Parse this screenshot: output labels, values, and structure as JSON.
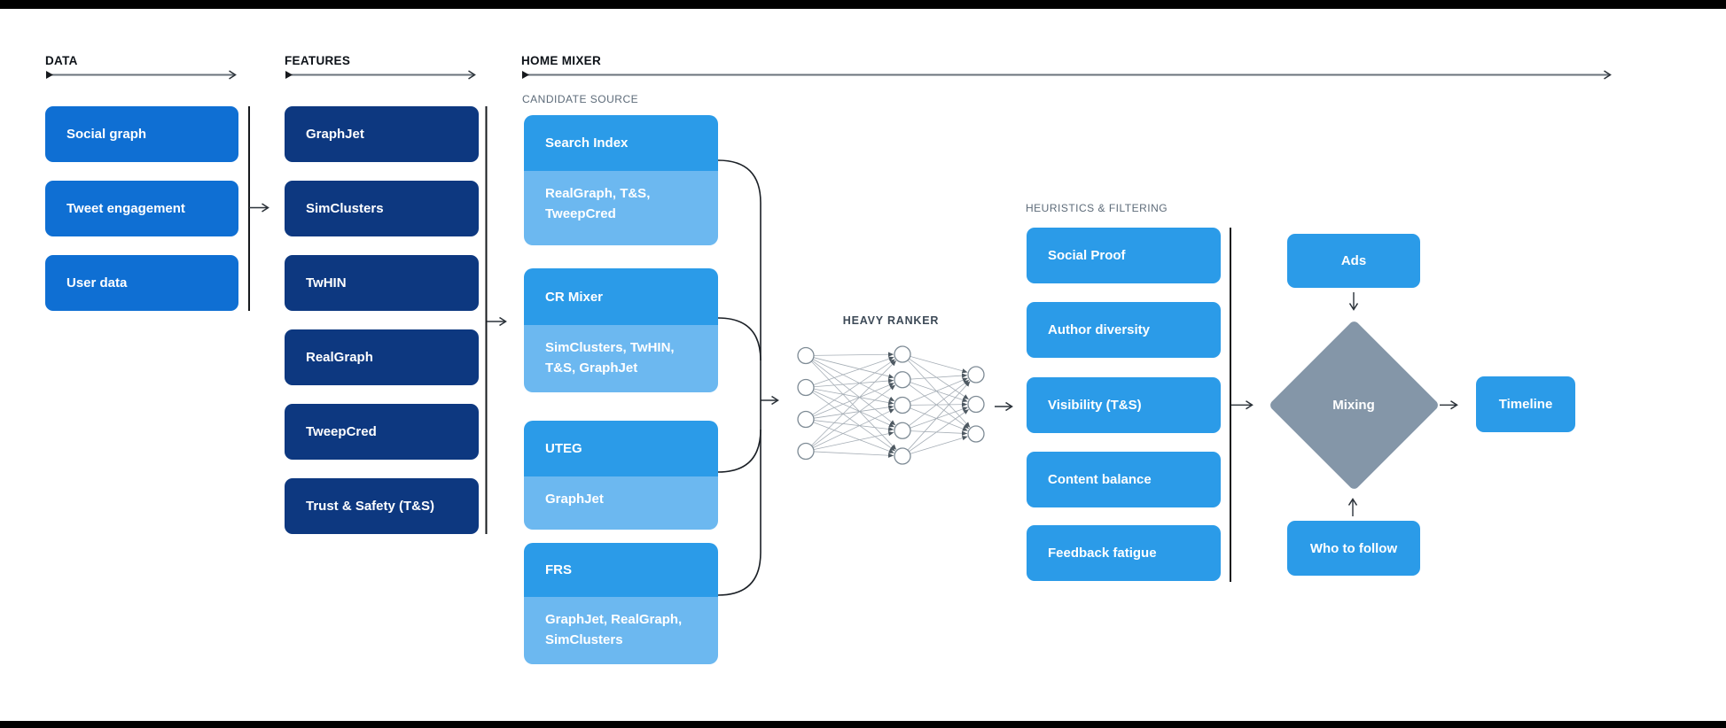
{
  "colors": {
    "data_box": "#0f6fd3",
    "feature_box": "#0d3880",
    "candidate_title": "#2b9be8",
    "candidate_subtitle": "#6cb8f0",
    "filter_box": "#2b9be8",
    "mixing_diamond": "#8496a8",
    "header_text": "#0d1218",
    "subheader_text": "#5d6b79",
    "box_text": "#ffffff"
  },
  "sections": {
    "data": {
      "header": "DATA",
      "boxes": [
        "Social graph",
        "Tweet engagement",
        "User data"
      ]
    },
    "features": {
      "header": "FEATURES",
      "boxes": [
        "GraphJet",
        "SimClusters",
        "TwHIN",
        "RealGraph",
        "TweepCred",
        "Trust & Safety (T&S)"
      ]
    },
    "home_mixer": {
      "header": "HOME MIXER",
      "candidate_source": {
        "header": "CANDIDATE SOURCE",
        "boxes": [
          {
            "title": "Search Index",
            "subtitle": "RealGraph, T&S, TweepCred"
          },
          {
            "title": "CR Mixer",
            "subtitle": "SimClusters, TwHIN, T&S, GraphJet"
          },
          {
            "title": "UTEG",
            "subtitle": "GraphJet"
          },
          {
            "title": "FRS",
            "subtitle": "GraphJet, RealGraph, SimClusters"
          }
        ]
      },
      "heavy_ranker": {
        "header": "HEAVY RANKER",
        "network": {
          "input_nodes": 4,
          "hidden_nodes": 5,
          "output_nodes": 3
        }
      },
      "heuristics_filtering": {
        "header": "HEURISTICS & FILTERING",
        "boxes": [
          "Social Proof",
          "Author diversity",
          "Visibility (T&S)",
          "Content balance",
          "Feedback fatigue"
        ]
      },
      "mixing": {
        "ads": "Ads",
        "diamond": "Mixing",
        "who_to_follow": "Who to follow",
        "timeline": "Timeline"
      }
    }
  }
}
